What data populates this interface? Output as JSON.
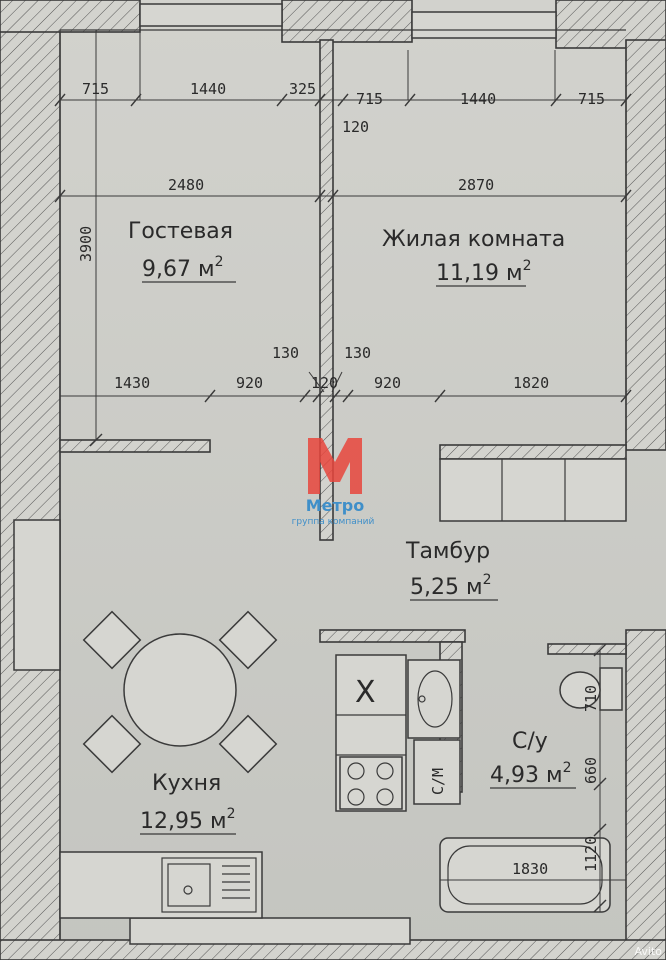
{
  "rooms": {
    "guest": {
      "name": "Гостевая",
      "area": "9,67 м",
      "sup": "2"
    },
    "living": {
      "name": "Жилая комната",
      "area": "11,19 м",
      "sup": "2"
    },
    "vestibule": {
      "name": "Тамбур",
      "area": "5,25 м",
      "sup": "2"
    },
    "kitchen": {
      "name": "Кухня",
      "area": "12,95 м",
      "sup": "2"
    },
    "bathroom": {
      "name": "С/у",
      "area": "4,93 м",
      "sup": "2"
    }
  },
  "dimensions": {
    "top_left_715": "715",
    "top_left_1440": "1440",
    "top_325": "325",
    "top_right_715a": "715",
    "top_right_1440": "1440",
    "top_right_715b": "715",
    "wall_120_top": "120",
    "guest_width": "2480",
    "living_width": "2870",
    "height_3900": "3900",
    "door_130_left": "130",
    "door_130_right": "130",
    "bottom_1430": "1430",
    "bottom_920_left": "920",
    "bottom_120": "120",
    "bottom_920_right": "920",
    "bottom_1820": "1820",
    "wc_710": "710",
    "wc_660": "660",
    "bath_1120": "1120",
    "bath_1830": "1830"
  },
  "labels": {
    "washer": "С/М"
  },
  "logo": {
    "word": "Метро",
    "subtitle": "группа компаний",
    "color": "#e8453c",
    "text_color": "#3f8fc9"
  },
  "watermark": "Avito"
}
